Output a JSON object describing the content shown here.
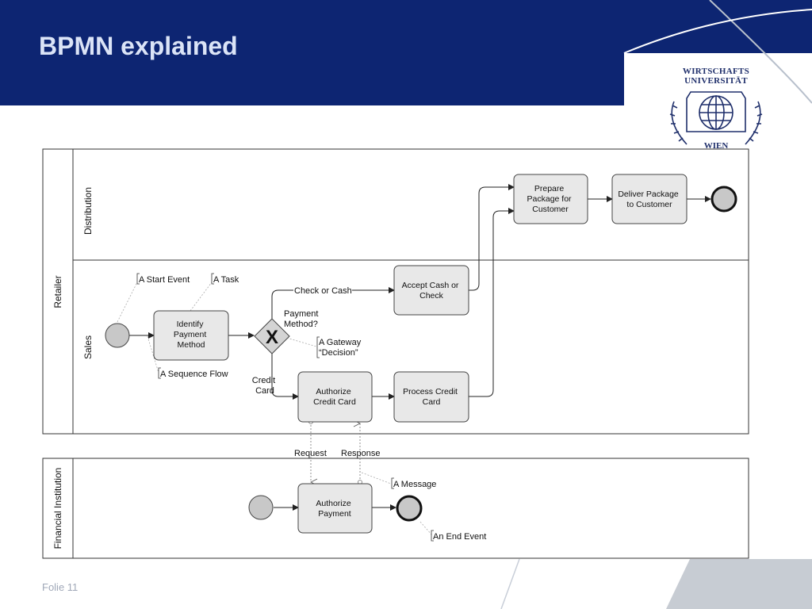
{
  "slide": {
    "title": "BPMN explained",
    "footer": "Folie 11"
  },
  "logo": {
    "line1": "WIRTSCHAFTS",
    "line2": "UNIVERSITÄT",
    "line3": "WIEN"
  },
  "pools": {
    "retailer": "Retailer",
    "financial": "Financial Institution"
  },
  "lanes": {
    "distribution": "Distribution",
    "sales": "Sales"
  },
  "tasks": {
    "identify": [
      "Identify",
      "Payment",
      "Method"
    ],
    "accept_cash": [
      "Accept Cash or",
      "Check"
    ],
    "authorize_card": [
      "Authorize",
      "Credit Card"
    ],
    "process_card": [
      "Process Credit",
      "Card"
    ],
    "prepare_package": [
      "Prepare",
      "Package for",
      "Customer"
    ],
    "deliver_package": [
      "Deliver Package",
      "to Customer"
    ],
    "authorize_payment": [
      "Authorize",
      "Payment"
    ]
  },
  "gateway": {
    "symbol": "X",
    "question": [
      "Payment",
      "Method?"
    ]
  },
  "flows": {
    "check_or_cash": "Check or Cash",
    "credit_card": [
      "Credit",
      "Card"
    ],
    "request": "Request",
    "response": "Response"
  },
  "annotations": {
    "start_event": "A Start Event",
    "task": "A Task",
    "sequence_flow": "A Sequence Flow",
    "gateway": [
      "A Gateway",
      "“Decision”"
    ],
    "message": "A Message",
    "end_event": "An End Event"
  }
}
